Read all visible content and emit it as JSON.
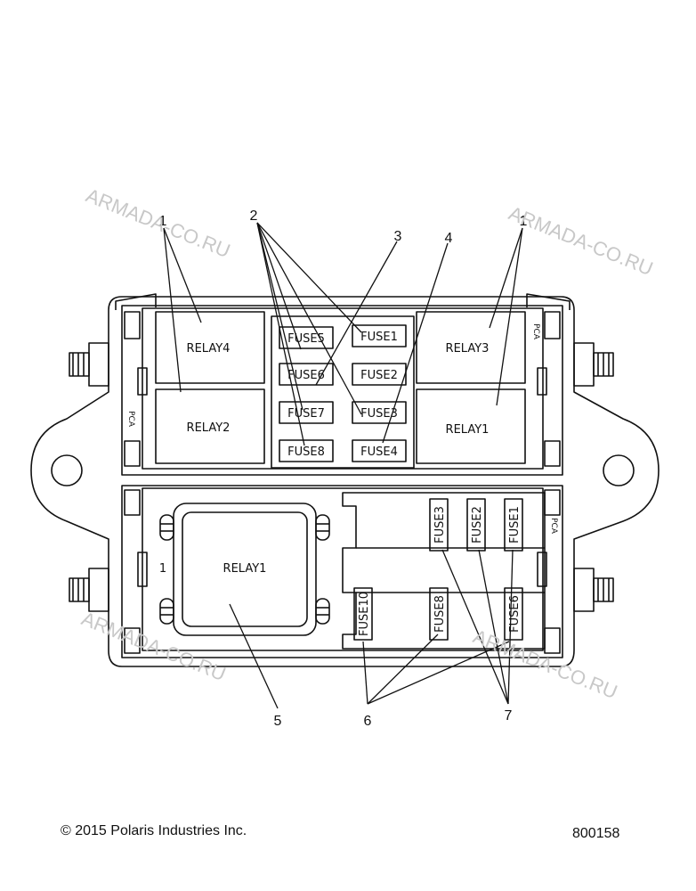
{
  "relays_upper": {
    "relay4": "RELAY4",
    "relay3": "RELAY3",
    "relay2": "RELAY2",
    "relay1": "RELAY1"
  },
  "fuses_upper": {
    "fuse5": "FUSE5",
    "fuse1": "FUSE1",
    "fuse6": "FUSE6",
    "fuse2": "FUSE2",
    "fuse7": "FUSE7",
    "fuse3": "FUSE3",
    "fuse8": "FUSE8",
    "fuse4": "FUSE4"
  },
  "lower_box": {
    "relay1": "RELAY1",
    "number1": "1",
    "fuse3": "FUSE3",
    "fuse2": "FUSE2",
    "fuse1": "FUSE1",
    "fuse10": "FUSE10",
    "fuse8": "FUSE8",
    "fuse6": "FUSE6"
  },
  "callouts": {
    "c1_left": "1",
    "c2": "2",
    "c3": "3",
    "c4": "4",
    "c1_right": "1",
    "c5": "5",
    "c6": "6",
    "c7": "7"
  },
  "side_marks": {
    "left": "PCA",
    "right_top": "PCA",
    "right_bottom": "PCA"
  },
  "watermark": "ARMADA-CO.RU",
  "footer": {
    "copyright": "© 2015 Polaris Industries Inc.",
    "part_number": "800158"
  }
}
